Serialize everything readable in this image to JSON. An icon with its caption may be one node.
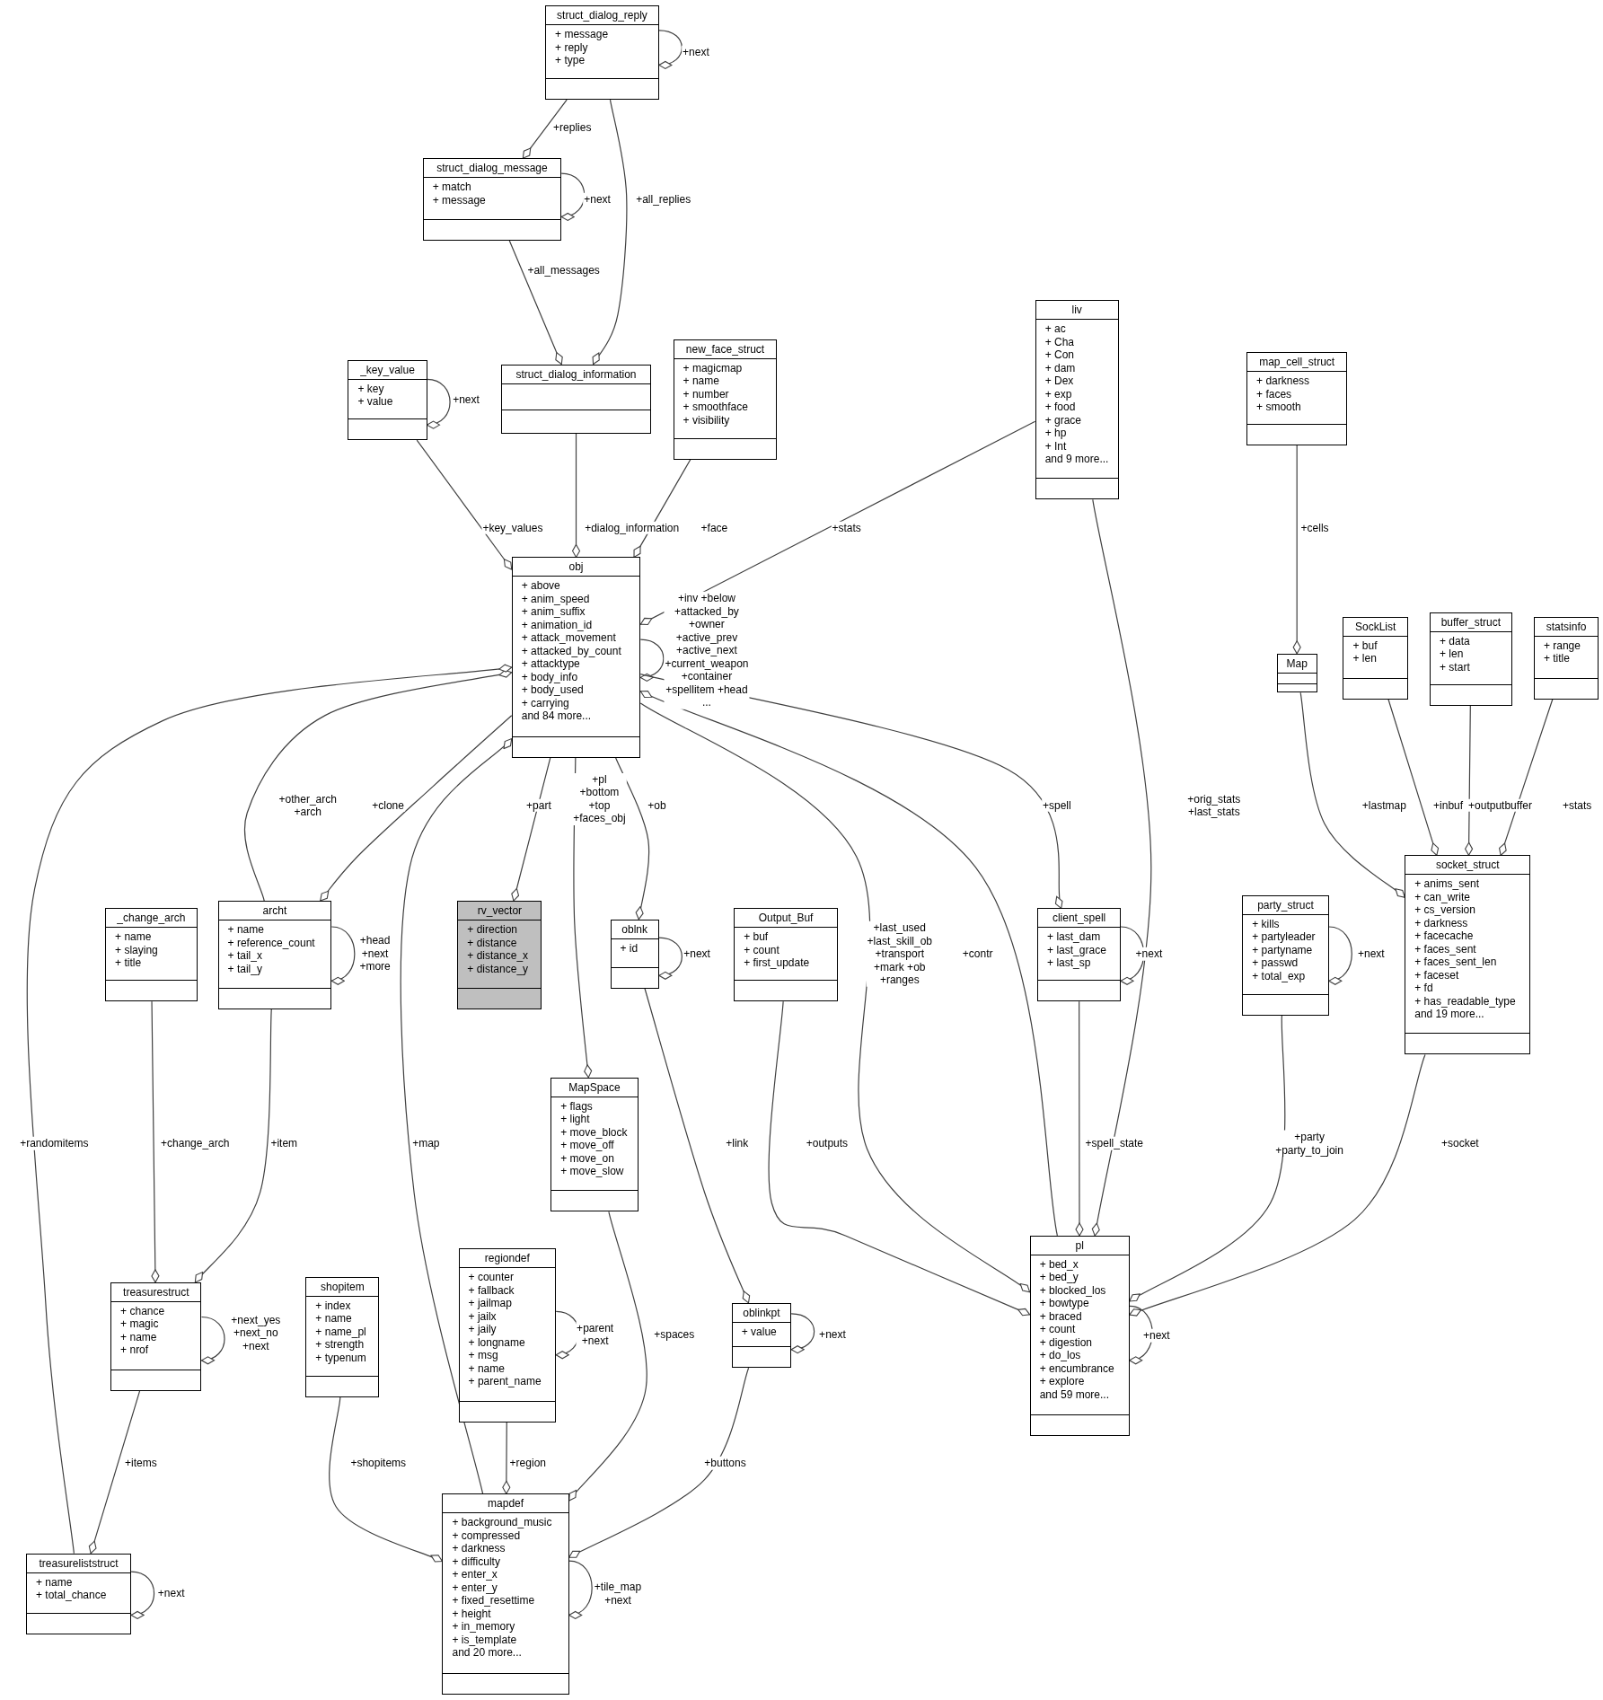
{
  "diagram": {
    "nodes": [
      {
        "text": [
          "struct_dialog_reply",
          "+ message",
          "+ reply",
          "+ type"
        ]
      },
      {
        "text": [
          "struct_dialog_message",
          "+ match",
          "+ message"
        ]
      },
      {
        "text": [
          "struct_dialog_information"
        ]
      },
      {
        "text": [
          "_key_value",
          "+ key",
          "+ value"
        ]
      },
      {
        "text": [
          "new_face_struct",
          "+ magicmap",
          "+ name",
          "+ number",
          "+ smoothface",
          "+ visibility"
        ]
      },
      {
        "text": [
          "liv",
          "+ ac",
          "+ Cha",
          "+ Con",
          "+ dam",
          "+ Dex",
          "+ exp",
          "+ food",
          "+ grace",
          "+ hp",
          "+ Int",
          "and 9 more..."
        ]
      },
      {
        "text": [
          "map_cell_struct",
          "+ darkness",
          "+ faces",
          "+ smooth"
        ]
      },
      {
        "text": [
          "obj",
          "+ above",
          "+ anim_speed",
          "+ anim_suffix",
          "+ animation_id",
          "+ attack_movement",
          "+ attacked_by_count",
          "+ attacktype",
          "+ body_info",
          "+ body_used",
          "+ carrying",
          "and 84 more..."
        ]
      },
      {
        "text": [
          "Map"
        ]
      },
      {
        "text": [
          "SockList",
          "+ buf",
          "+ len"
        ]
      },
      {
        "text": [
          "buffer_struct",
          "+ data",
          "+ len",
          "+ start"
        ]
      },
      {
        "text": [
          "statsinfo",
          "+ range",
          "+ title"
        ]
      },
      {
        "text": [
          "_change_arch",
          "+ name",
          "+ slaying",
          "+ title"
        ]
      },
      {
        "text": [
          "archt",
          "+ name",
          "+ reference_count",
          "+ tail_x",
          "+ tail_y"
        ]
      },
      {
        "text": [
          "rv_vector",
          "+ direction",
          "+ distance",
          "+ distance_x",
          "+ distance_y"
        ]
      },
      {
        "text": [
          "oblnk",
          "+ id"
        ]
      },
      {
        "text": [
          "Output_Buf",
          "+ buf",
          "+ count",
          "+ first_update"
        ]
      },
      {
        "text": [
          "client_spell",
          "+ last_dam",
          "+ last_grace",
          "+ last_sp"
        ]
      },
      {
        "text": [
          "party_struct",
          "+ kills",
          "+ partyleader",
          "+ partyname",
          "+ passwd",
          "+ total_exp"
        ]
      },
      {
        "text": [
          "socket_struct",
          "+ anims_sent",
          "+ can_write",
          "+ cs_version",
          "+ darkness",
          "+ facecache",
          "+ faces_sent",
          "+ faces_sent_len",
          "+ faceset",
          "+ fd",
          "+ has_readable_type",
          "and 19 more..."
        ]
      },
      {
        "text": [
          "MapSpace",
          "+ flags",
          "+ light",
          "+ move_block",
          "+ move_off",
          "+ move_on",
          "+ move_slow"
        ]
      },
      {
        "text": [
          "treasurestruct",
          "+ chance",
          "+ magic",
          "+ name",
          "+ nrof"
        ]
      },
      {
        "text": [
          "shopitem",
          "+ index",
          "+ name",
          "+ name_pl",
          "+ strength",
          "+ typenum"
        ]
      },
      {
        "text": [
          "regiondef",
          "+ counter",
          "+ fallback",
          "+ jailmap",
          "+ jailx",
          "+ jaily",
          "+ longname",
          "+ msg",
          "+ name",
          "+ parent_name"
        ]
      },
      {
        "text": [
          "oblinkpt",
          "+ value"
        ]
      },
      {
        "text": [
          "pl",
          "+ bed_x",
          "+ bed_y",
          "+ blocked_los",
          "+ bowtype",
          "+ braced",
          "+ count",
          "+ digestion",
          "+ do_los",
          "+ encumbrance",
          "+ explore",
          "and 59 more..."
        ]
      },
      {
        "text": [
          "treasureliststruct",
          "+ name",
          "+ total_chance"
        ]
      },
      {
        "text": [
          "mapdef",
          "+ background_music",
          "+ compressed",
          "+ darkness",
          "+ difficulty",
          "+ enter_x",
          "+ enter_y",
          "+ fixed_resettime",
          "+ height",
          "+ in_memory",
          "+ is_template",
          "and 20 more..."
        ]
      }
    ],
    "edges": [
      {
        "from": 0,
        "to": 0,
        "arrow": "other",
        "label": "+next"
      },
      {
        "from": 0,
        "to": 1,
        "arrow": "other",
        "label": "+replies"
      },
      {
        "from": 1,
        "to": 1,
        "arrow": "other",
        "label": "+next"
      },
      {
        "from": 1,
        "to": 2,
        "arrow": "other",
        "label": "+all_messages"
      },
      {
        "from": 0,
        "to": 2,
        "arrow": "other",
        "label": "+all_replies"
      },
      {
        "from": 3,
        "to": 3,
        "arrow": "other",
        "label": "+next"
      },
      {
        "from": 3,
        "to": 7,
        "arrow": "other",
        "label": "+key_values"
      },
      {
        "from": 2,
        "to": 7,
        "arrow": "other",
        "label": "+dialog_information"
      },
      {
        "from": 4,
        "to": 7,
        "arrow": "other",
        "label": "+face"
      },
      {
        "from": 5,
        "to": 7,
        "arrow": "other",
        "label": "+stats"
      },
      {
        "from": 7,
        "to": 7,
        "arrow": "other",
        "label": "+inv +below +attacked_by +owner +active_prev +active_next +current_weapon +container +spellitem +head ..."
      },
      {
        "from": 6,
        "to": 8,
        "arrow": "other",
        "label": "+cells"
      },
      {
        "from": 13,
        "to": 7,
        "arrow": "other",
        "label": "+other_arch +arch"
      },
      {
        "from": 7,
        "to": 13,
        "arrow": "other",
        "label": "+clone"
      },
      {
        "from": 13,
        "to": 13,
        "arrow": "other",
        "label": "+head +next +more"
      },
      {
        "from": 26,
        "to": 7,
        "arrow": "other",
        "label": "+randomitems"
      },
      {
        "from": 7,
        "to": 14,
        "arrow": "other",
        "label": "+part"
      },
      {
        "from": 27,
        "to": 7,
        "arrow": "other",
        "label": "+map"
      },
      {
        "from": 7,
        "to": 20,
        "arrow": "other",
        "label": "+pl +bottom +top +faces_obj"
      },
      {
        "from": 7,
        "to": 15,
        "arrow": "other",
        "label": "+ob"
      },
      {
        "from": 15,
        "to": 15,
        "arrow": "other",
        "label": "+next"
      },
      {
        "from": 7,
        "to": 25,
        "arrow": "other",
        "label": "+last_used +last_skill_ob +transport +mark +ob +ranges"
      },
      {
        "from": 25,
        "to": 7,
        "arrow": "other",
        "label": "+contr"
      },
      {
        "from": 7,
        "to": 17,
        "arrow": "other",
        "label": "+spell"
      },
      {
        "from": 17,
        "to": 17,
        "arrow": "other",
        "label": "+next"
      },
      {
        "from": 5,
        "to": 25,
        "arrow": "other",
        "label": "+orig_stats +last_stats"
      },
      {
        "from": 8,
        "to": 19,
        "arrow": "other",
        "label": "+lastmap"
      },
      {
        "from": 9,
        "to": 19,
        "arrow": "other",
        "label": "+inbuf"
      },
      {
        "from": 10,
        "to": 19,
        "arrow": "other",
        "label": "+outputbuffer"
      },
      {
        "from": 11,
        "to": 19,
        "arrow": "other",
        "label": "+stats"
      },
      {
        "from": 12,
        "to": 21,
        "arrow": "other",
        "label": "+change_arch"
      },
      {
        "from": 13,
        "to": 21,
        "arrow": "other",
        "label": "+item"
      },
      {
        "from": 21,
        "to": 21,
        "arrow": "other",
        "label": "+next_yes +next_no +next"
      },
      {
        "from": 16,
        "to": 25,
        "arrow": "other",
        "label": "+outputs"
      },
      {
        "from": 17,
        "to": 25,
        "arrow": "other",
        "label": "+spell_state"
      },
      {
        "from": 18,
        "to": 18,
        "arrow": "other",
        "label": "+next"
      },
      {
        "from": 18,
        "to": 25,
        "arrow": "other",
        "label": "+party +party_to_join"
      },
      {
        "from": 19,
        "to": 25,
        "arrow": "other",
        "label": "+socket"
      },
      {
        "from": 25,
        "to": 25,
        "arrow": "other",
        "label": "+next"
      },
      {
        "from": 15,
        "to": 24,
        "arrow": "other",
        "label": "+link"
      },
      {
        "from": 24,
        "to": 24,
        "arrow": "other",
        "label": "+next"
      },
      {
        "from": 21,
        "to": 26,
        "arrow": "other",
        "label": "+items"
      },
      {
        "from": 26,
        "to": 26,
        "arrow": "other",
        "label": "+next"
      },
      {
        "from": 22,
        "to": 27,
        "arrow": "other",
        "label": "+shopitems"
      },
      {
        "from": 23,
        "to": 23,
        "arrow": "other",
        "label": "+parent +next"
      },
      {
        "from": 23,
        "to": 27,
        "arrow": "other",
        "label": "+region"
      },
      {
        "from": 20,
        "to": 27,
        "arrow": "other",
        "label": "+spaces"
      },
      {
        "from": 24,
        "to": 27,
        "arrow": "other",
        "label": "+buttons"
      },
      {
        "from": 27,
        "to": 27,
        "arrow": "other",
        "label": "+tile_map +next"
      }
    ]
  }
}
